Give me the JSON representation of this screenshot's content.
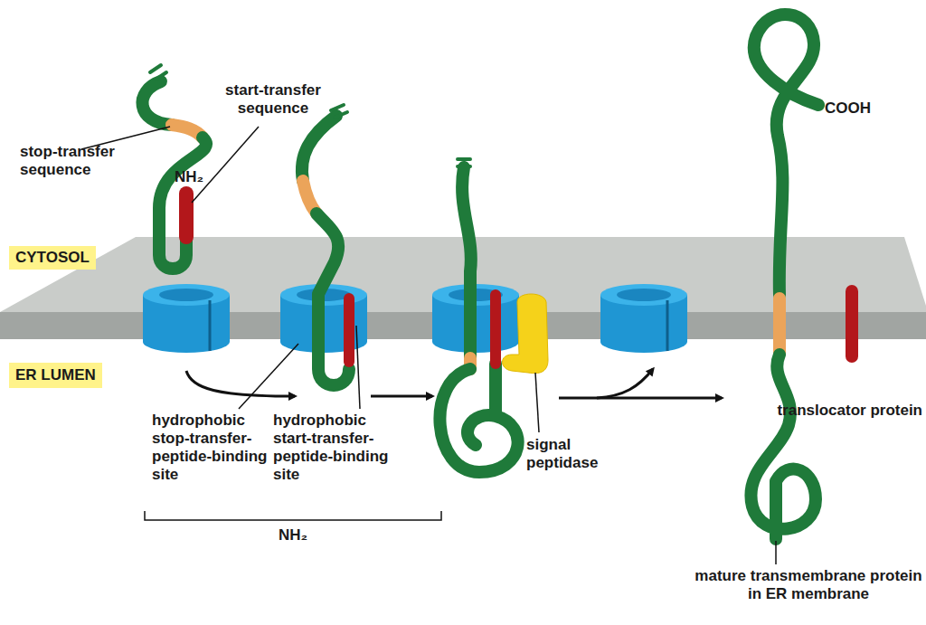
{
  "diagram": {
    "nodes": [
      {
        "text": [
          "CYTOSOL"
        ]
      },
      {
        "text": [
          "ER LUMEN"
        ]
      }
    ],
    "labels": [
      "start-transfer sequence",
      "stop-transfer sequence",
      "NH₂",
      "COOH",
      "hydrophobic stop-transfer-peptide-binding site",
      "hydrophobic start-transfer-peptide-binding site",
      "signal peptidase",
      "NH₂",
      "translocator protein",
      "mature transmembrane protein in ER membrane"
    ]
  }
}
